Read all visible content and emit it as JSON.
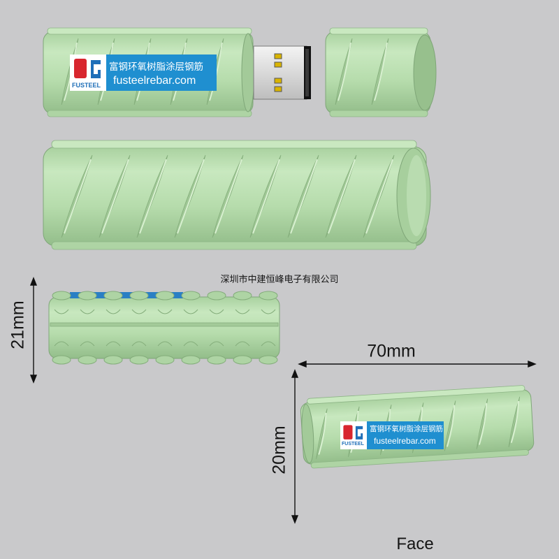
{
  "company": "深圳市中建恒峰电子有限公司",
  "label": {
    "brand_chinese": "富钢环氧树脂涂层钢筋",
    "website": "fusteelrebar.com",
    "logo_word": "FUSTEEL"
  },
  "dimensions": {
    "height_side": "21mm",
    "length": "70mm",
    "height_face": "20mm"
  },
  "view_caption": "Face",
  "colors": {
    "background": "#c9c9cb",
    "body_green": "#b9deb0",
    "rib_green": "#c6e6bc",
    "shade_green": "#8fb887",
    "label_blue": "#1f8fd0",
    "logo_red": "#d8262e",
    "logo_blue": "#1f6fb8"
  }
}
